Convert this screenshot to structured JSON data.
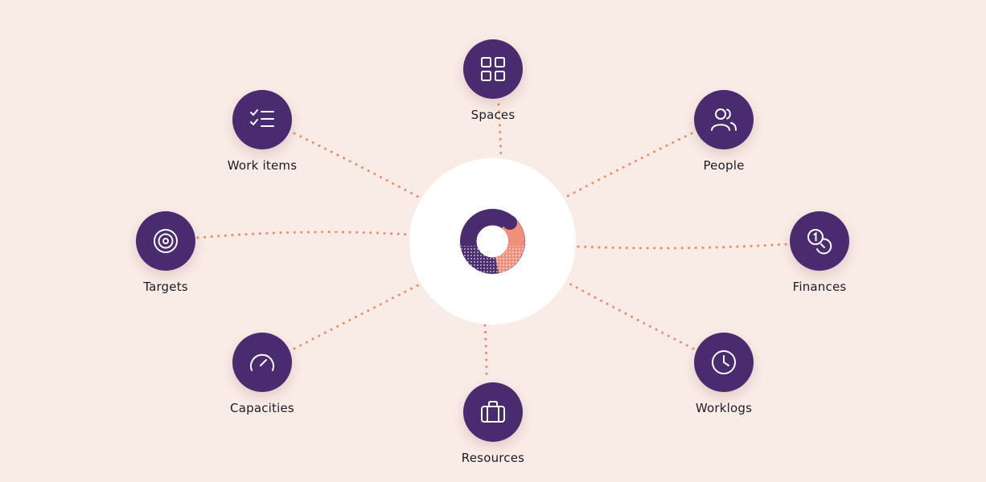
{
  "colors": {
    "background": "#f9ebe6",
    "node_fill": "#4a2b70",
    "connector": "#ef8a66",
    "hub_fill": "#ffffff",
    "logo_purple": "#4a2b70",
    "logo_coral": "#f0907a",
    "label_text": "#1e1b22"
  },
  "nodes": [
    {
      "id": "spaces",
      "label": "Spaces",
      "icon": "grid-icon"
    },
    {
      "id": "people",
      "label": "People",
      "icon": "users-icon"
    },
    {
      "id": "finances",
      "label": "Finances",
      "icon": "coins-icon"
    },
    {
      "id": "worklogs",
      "label": "Worklogs",
      "icon": "clock-icon"
    },
    {
      "id": "resources",
      "label": "Resources",
      "icon": "briefcase-icon"
    },
    {
      "id": "capacities",
      "label": "Capacities",
      "icon": "gauge-icon"
    },
    {
      "id": "targets",
      "label": "Targets",
      "icon": "target-icon"
    },
    {
      "id": "work-items",
      "label": "Work items",
      "icon": "checklist-icon"
    }
  ],
  "hub": {
    "icon": "logo-ring-icon"
  }
}
